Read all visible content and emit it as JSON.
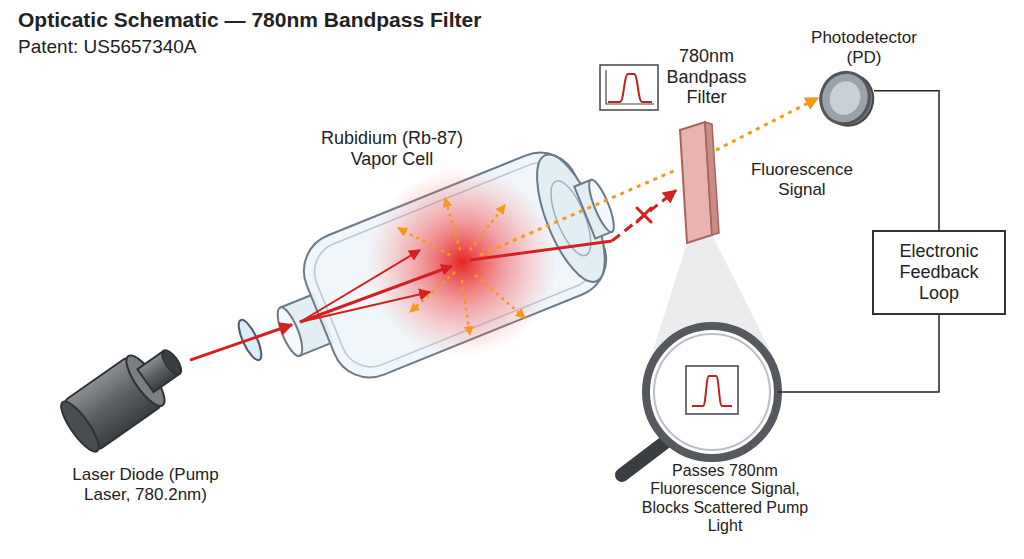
{
  "diagram": {
    "title": "Opticatic Schematic — 780nm Bandpass Filter",
    "nodes": [
      {
        "text": [
          "Laser Diode (Pump Laser, 780.2nm)"
        ]
      },
      {
        "text": [
          "Rubidium (Rb-87) Vapor Cell"
        ]
      },
      {
        "text": [
          "780nm Bandpass Filter"
        ]
      },
      {
        "text": [
          "Photodetector (PD)"
        ]
      },
      {
        "text": [
          "Electronic Feedback Loop"
        ]
      },
      {
        "text": [
          "Passes 780nm Fluorescence Signal, Blocks Scattered Pump Light"
        ]
      }
    ],
    "edges": [
      {
        "from": 0,
        "to": 1,
        "arrow": "to"
      },
      {
        "from": 1,
        "to": 2,
        "arrow": "to"
      },
      {
        "from": 2,
        "to": 3,
        "arrow": "to",
        "label": "Fluorescence Signal"
      },
      {
        "from": 3,
        "to": 4,
        "arrow": "none"
      },
      {
        "from": 4,
        "to": 5,
        "arrow": "none"
      }
    ],
    "labels": [
      "Patent: US5657340A"
    ]
  }
}
